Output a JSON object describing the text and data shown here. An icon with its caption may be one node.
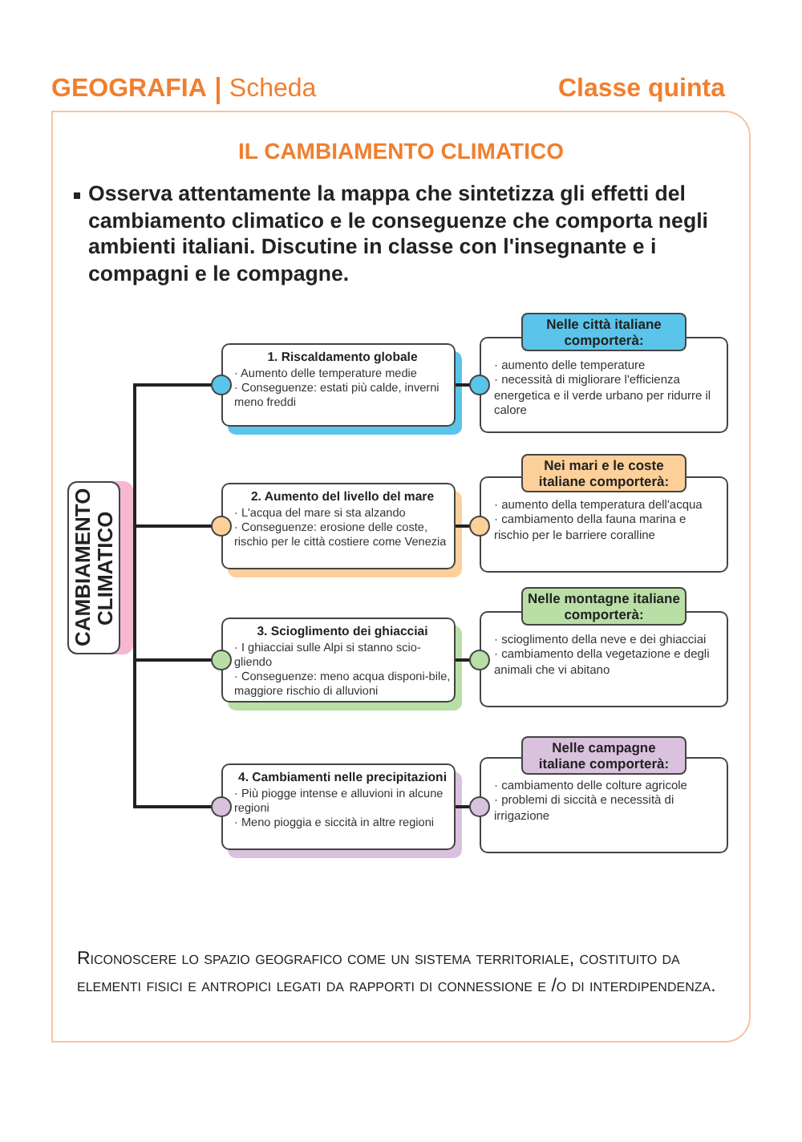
{
  "diagram": {
    "title": "IL CAMBIAMENTO CLIMATICO",
    "nodes": [
      {
        "text": [
          "CAMBIAMENTO CLIMATICO"
        ]
      },
      {
        "text": [
          "1. Riscaldamento globale",
          "· Aumento delle temperature medie",
          "· Conseguenze: estati più calde, inverni meno freddi"
        ]
      },
      {
        "text": [
          "Nelle città italiane comporterà:",
          "· aumento delle temperature",
          "· necessità di migliorare l'efficienza energetica e il verde urbano per ridurre il calore"
        ]
      },
      {
        "text": [
          "2. Aumento del livello del mare",
          "· L'acqua del mare si sta alzando",
          "· Conseguenze: erosione delle coste, rischio per le città costiere come Venezia"
        ]
      },
      {
        "text": [
          "Nei mari e le coste italiane comporterà:",
          "· aumento della temperatura dell'acqua",
          "· cambiamento della fauna marina e rischio per le barriere coralline"
        ]
      },
      {
        "text": [
          "3. Scioglimento dei ghiacciai",
          "· I ghiacciai sulle Alpi si stanno scio-gliendo",
          "· Conseguenze: meno acqua disponi-bile, maggiore rischio di alluvioni"
        ]
      },
      {
        "text": [
          "Nelle montagne italiane comporterà:",
          "· scioglimento della neve e dei ghiacciai",
          "· cambiamento della vegetazione e degli animali che vi abitano"
        ]
      },
      {
        "text": [
          "4. Cambiamenti nelle precipitazioni",
          "· Più piogge intense e alluvioni in alcune regioni",
          "· Meno pioggia e siccità in altre regioni"
        ]
      },
      {
        "text": [
          "Nelle campagne italiane comporterà:",
          "· cambiamento delle colture agricole",
          "· problemi di siccità e necessità di irrigazione"
        ]
      }
    ],
    "edges": [
      {
        "from": 0,
        "to": 1,
        "arrow": "other"
      },
      {
        "from": 0,
        "to": 3,
        "arrow": "other"
      },
      {
        "from": 0,
        "to": 5,
        "arrow": "other"
      },
      {
        "from": 0,
        "to": 7,
        "arrow": "other"
      },
      {
        "from": 1,
        "to": 2,
        "arrow": "other"
      },
      {
        "from": 3,
        "to": 4,
        "arrow": "other"
      },
      {
        "from": 5,
        "to": 6,
        "arrow": "other"
      },
      {
        "from": 7,
        "to": 8,
        "arrow": "other"
      }
    ],
    "labels": [
      "GEOGRAFIA",
      "Scheda",
      "Classe quinta",
      "Osserva attentamente la mappa che sintetizza gli effetti del cambiamento climatico e le conseguenze che comporta negli ambienti italiani. Discutine in classe con l'insegnante e i compagni e le compagne.",
      "Riconoscere lo spazio geografico come un sistema territoriale, costituito da elementi fisici e antropici legati da rapporti di connessione e /o di interdipendenza."
    ]
  }
}
